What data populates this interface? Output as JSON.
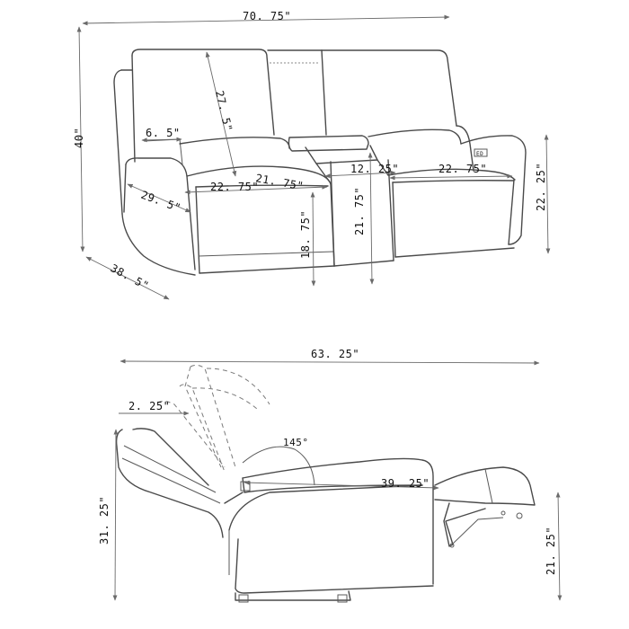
{
  "front_view": {
    "overall_width": "70. 75\"",
    "overall_height": "40\"",
    "overall_depth": "38. 5\"",
    "back_height": "27. 5\"",
    "arm_width": "6. 5\"",
    "arm_depth": "29. 5\"",
    "seat_width_left": "22. 75\"",
    "seat_depth": "21. 75\"",
    "console_width": "12. 25\"",
    "seat_width_right": "22. 75\"",
    "console_height": "21. 75\"",
    "seat_height": "18. 75\"",
    "arm_height": "22. 25\"",
    "usb_label": "ED"
  },
  "side_view": {
    "reclined_length": "63. 25\"",
    "wall_clearance": "2. 25\"",
    "recline_angle": "145°",
    "seat_to_footrest": "39. 25\"",
    "back_height": "31. 25\"",
    "footrest_height": "21. 25\""
  }
}
